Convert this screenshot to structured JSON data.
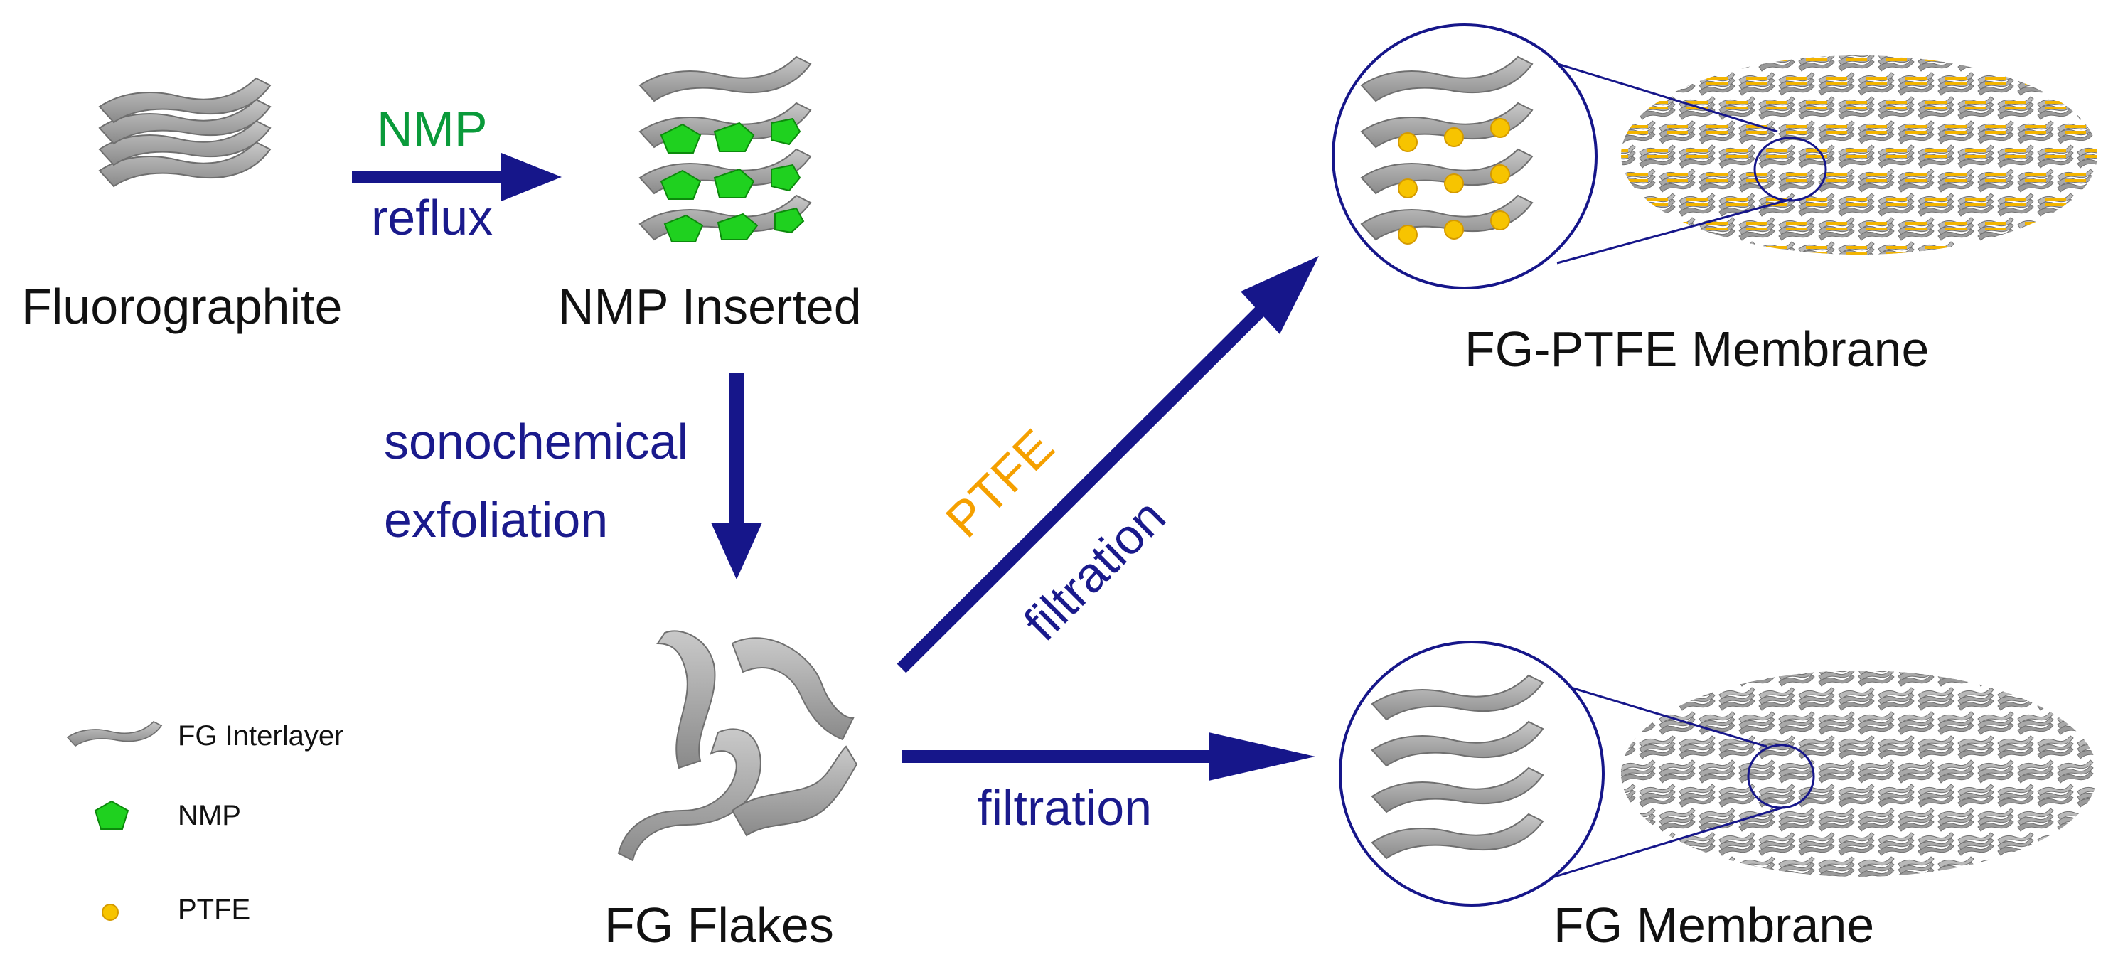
{
  "colors": {
    "arrow": "#16168a",
    "nmp_text": "#0a9a3a",
    "ptfe_text": "#f5a000",
    "process_text": "#1a1a8c",
    "sheet_fill": "#9e9e9e",
    "sheet_edge": "#6f6f6f",
    "nmp_fill": "#1fd11f",
    "ptfe_fill": "#f7c400"
  },
  "stages": {
    "fluorographite": "Fluorographite",
    "nmp_inserted": "NMP Inserted",
    "fg_flakes": "FG Flakes",
    "fg_ptfe_membrane": "FG-PTFE Membrane",
    "fg_membrane": "FG Membrane"
  },
  "steps": {
    "step1_reagent": "NMP",
    "step1_condition": "reflux",
    "step2_line1": "sonochemical",
    "step2_line2": "exfoliation",
    "step3_reagent": "PTFE",
    "step3_process": "filtration",
    "step4_process": "filtration"
  },
  "legend": [
    {
      "icon": "fg-interlayer-icon",
      "label": "FG Interlayer"
    },
    {
      "icon": "nmp-pentagon-icon",
      "label": "NMP"
    },
    {
      "icon": "ptfe-dot-icon",
      "label": "PTFE"
    }
  ]
}
